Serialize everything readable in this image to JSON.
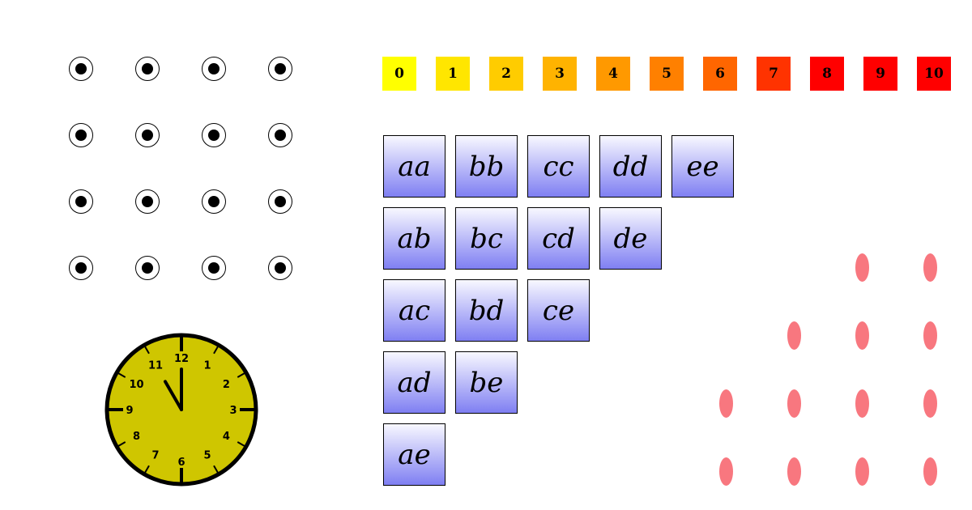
{
  "dot_grid": {
    "rows": 4,
    "cols": 4
  },
  "scale_squares": [
    {
      "label": "0",
      "color": "#ffff00"
    },
    {
      "label": "1",
      "color": "#ffe600"
    },
    {
      "label": "2",
      "color": "#ffcc00"
    },
    {
      "label": "3",
      "color": "#ffb300"
    },
    {
      "label": "4",
      "color": "#ff9900"
    },
    {
      "label": "5",
      "color": "#ff8000"
    },
    {
      "label": "6",
      "color": "#ff6600"
    },
    {
      "label": "7",
      "color": "#ff3300"
    },
    {
      "label": "8",
      "color": "#ff0000"
    },
    {
      "label": "9",
      "color": "#ff0000"
    },
    {
      "label": "10",
      "color": "#ff0000"
    }
  ],
  "tile_columns": [
    [
      "aa",
      "ab",
      "ac",
      "ad",
      "ae"
    ],
    [
      "bb",
      "bc",
      "bd",
      "be"
    ],
    [
      "cc",
      "cd",
      "ce"
    ],
    [
      "dd",
      "de"
    ],
    [
      "ee"
    ]
  ],
  "tile_gradient": {
    "top": "#f8f8ff",
    "bottom": "#7f7ff2"
  },
  "pill_triangle": {
    "rows": [
      2,
      3,
      4,
      4
    ],
    "color": "#f8777f"
  },
  "clock": {
    "face_color": "#cfc600",
    "numerals": [
      "12",
      "1",
      "2",
      "3",
      "4",
      "5",
      "6",
      "7",
      "8",
      "9",
      "10",
      "11"
    ],
    "hour": 11,
    "minute": 0
  }
}
